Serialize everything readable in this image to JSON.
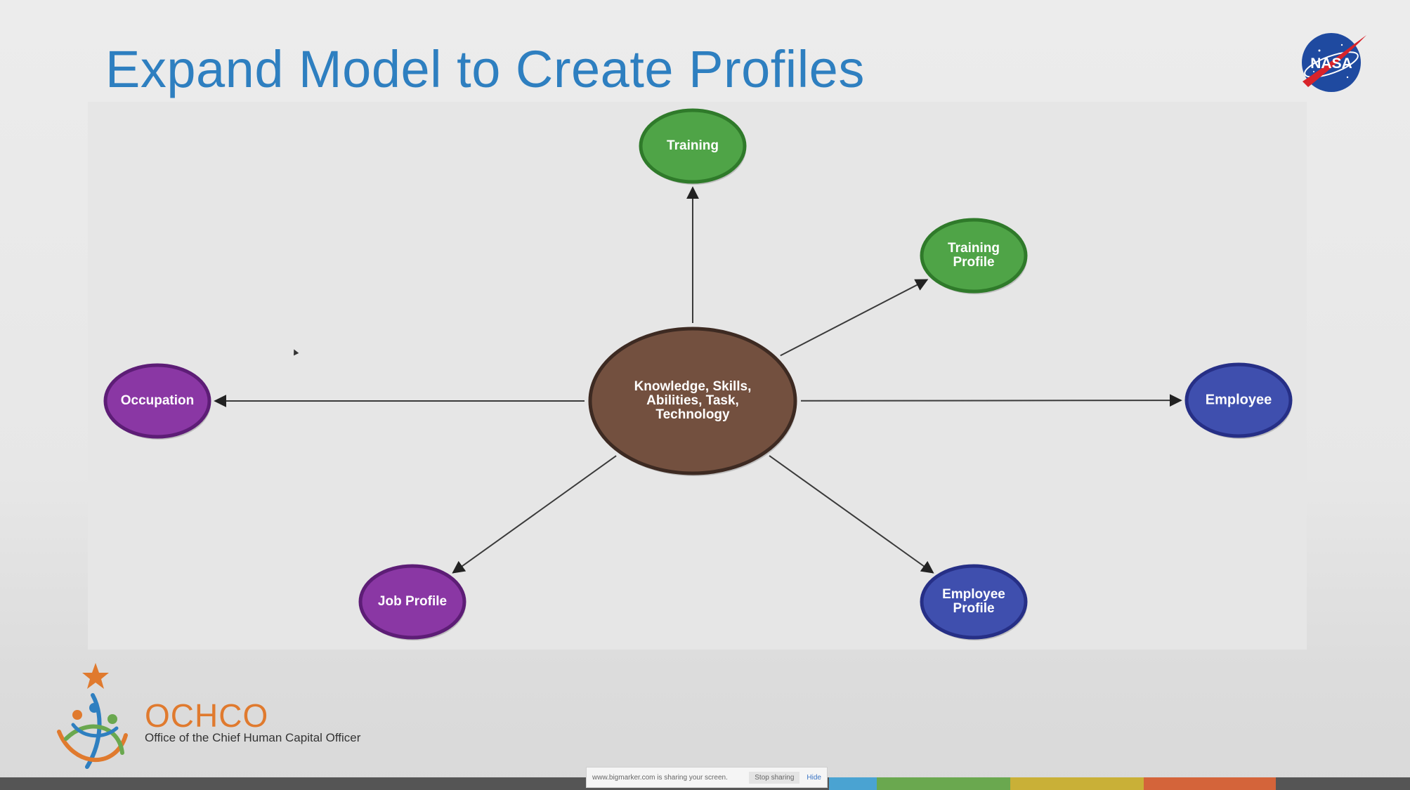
{
  "slide": {
    "title": "Expand Model to Create Profiles"
  },
  "logo": {
    "nasa_text": "NASA",
    "org_name": "OCHCO",
    "org_subtitle": "Office of the Chief Human Capital Officer"
  },
  "diagram": {
    "center": {
      "id": "ksat",
      "lines": [
        "Knowledge, Skills,",
        "Abilities, Task,",
        "Technology"
      ],
      "color": "#73503f"
    },
    "nodes": [
      {
        "id": "training",
        "lines": [
          "Training"
        ],
        "color": "#4fa447",
        "ring": "#2f7a2a"
      },
      {
        "id": "training-profile",
        "lines": [
          "Training",
          "Profile"
        ],
        "color": "#4fa447",
        "ring": "#2f7a2a"
      },
      {
        "id": "employee",
        "lines": [
          "Employee"
        ],
        "color": "#3f4fae",
        "ring": "#262f86"
      },
      {
        "id": "employee-profile",
        "lines": [
          "Employee",
          "Profile"
        ],
        "color": "#3f4fae",
        "ring": "#262f86"
      },
      {
        "id": "job-profile",
        "lines": [
          "Job Profile"
        ],
        "color": "#8a37a4",
        "ring": "#5d1d76"
      },
      {
        "id": "occupation",
        "lines": [
          "Occupation"
        ],
        "color": "#8a37a4",
        "ring": "#5d1d76"
      }
    ],
    "edges": [
      {
        "from": "ksat",
        "to": "training"
      },
      {
        "from": "ksat",
        "to": "training-profile"
      },
      {
        "from": "ksat",
        "to": "employee"
      },
      {
        "from": "ksat",
        "to": "employee-profile"
      },
      {
        "from": "ksat",
        "to": "job-profile"
      },
      {
        "from": "ksat",
        "to": "occupation"
      }
    ]
  },
  "share_banner": {
    "text": "www.bigmarker.com is sharing your screen.",
    "stop_label": "Stop sharing",
    "hide_label": "Hide"
  },
  "colors": {
    "title": "#2e7fc0",
    "bottom_bar": [
      "#555555",
      "#555555",
      "#4aa3d2",
      "#6aa84f",
      "#c9b037",
      "#d4643a",
      "#555555"
    ]
  }
}
